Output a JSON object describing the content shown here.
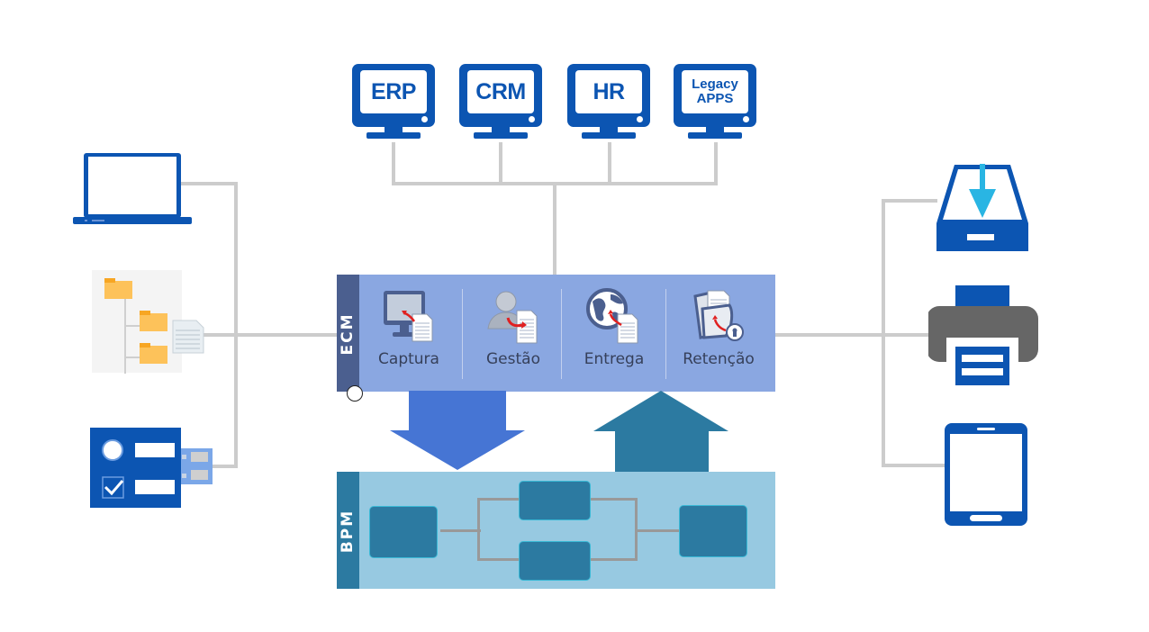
{
  "top_systems": [
    {
      "label_lines": [
        "ERP"
      ],
      "size": "big"
    },
    {
      "label_lines": [
        "CRM"
      ],
      "size": "big"
    },
    {
      "label_lines": [
        "HR"
      ],
      "size": "big"
    },
    {
      "label_lines": [
        "Legacy",
        "APPS"
      ],
      "size": "small"
    }
  ],
  "ecm": {
    "title": "ECM",
    "items": [
      {
        "label": "Captura",
        "icon": "monitor-document-capture-icon"
      },
      {
        "label": "Gestão",
        "icon": "user-document-management-icon"
      },
      {
        "label": "Entrega",
        "icon": "globe-document-delivery-icon"
      },
      {
        "label": "Retenção",
        "icon": "folder-lock-retention-icon"
      }
    ]
  },
  "bpm": {
    "title": "BPM"
  },
  "left_sources": [
    {
      "name": "laptop",
      "icon": "laptop-icon"
    },
    {
      "name": "file-system",
      "icon": "folder-tree-icon"
    },
    {
      "name": "forms-usb",
      "icon": "form-usb-icon"
    }
  ],
  "right_outputs": [
    {
      "name": "inbox",
      "icon": "inbox-tray-icon"
    },
    {
      "name": "printer",
      "icon": "printer-icon"
    },
    {
      "name": "tablet",
      "icon": "tablet-icon"
    }
  ],
  "colors": {
    "brand_blue": "#0c55b2",
    "ecm_bg": "#8aa7e1",
    "ecm_side": "#4b5f8f",
    "bpm_bg": "#97c9e1",
    "bpm_side": "#2c7aa1",
    "arrow_down": "#4675d4",
    "arrow_up": "#2c7aa1",
    "connector": "#cccccc",
    "folder": "#fdc25a",
    "printer_body": "#666666",
    "inbox_arrow": "#29b5e3"
  }
}
